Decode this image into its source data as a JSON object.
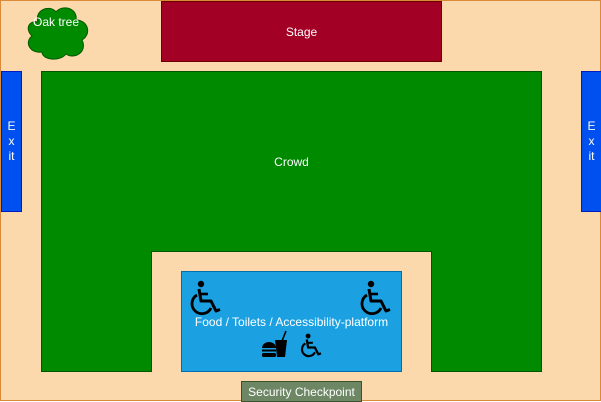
{
  "map": {
    "stage": "Stage",
    "crowd": "Crowd",
    "exit_left": "Exit",
    "exit_right": "Exit",
    "tree": "Oak tree",
    "facilities": "Food / Toilets / Accessibility-platform",
    "security": "Security Checkpoint"
  },
  "icons": [
    "wheelchair-icon",
    "wheelchair-icon",
    "burger-icon",
    "drink-icon",
    "wheelchair-icon"
  ],
  "colors": {
    "background": "#fcd9ac",
    "stage": "#a20025",
    "crowd": "#008a00",
    "exit": "#0050ef",
    "facilities": "#1ba1e2",
    "security": "#6d8764",
    "tree": "#008a00"
  }
}
